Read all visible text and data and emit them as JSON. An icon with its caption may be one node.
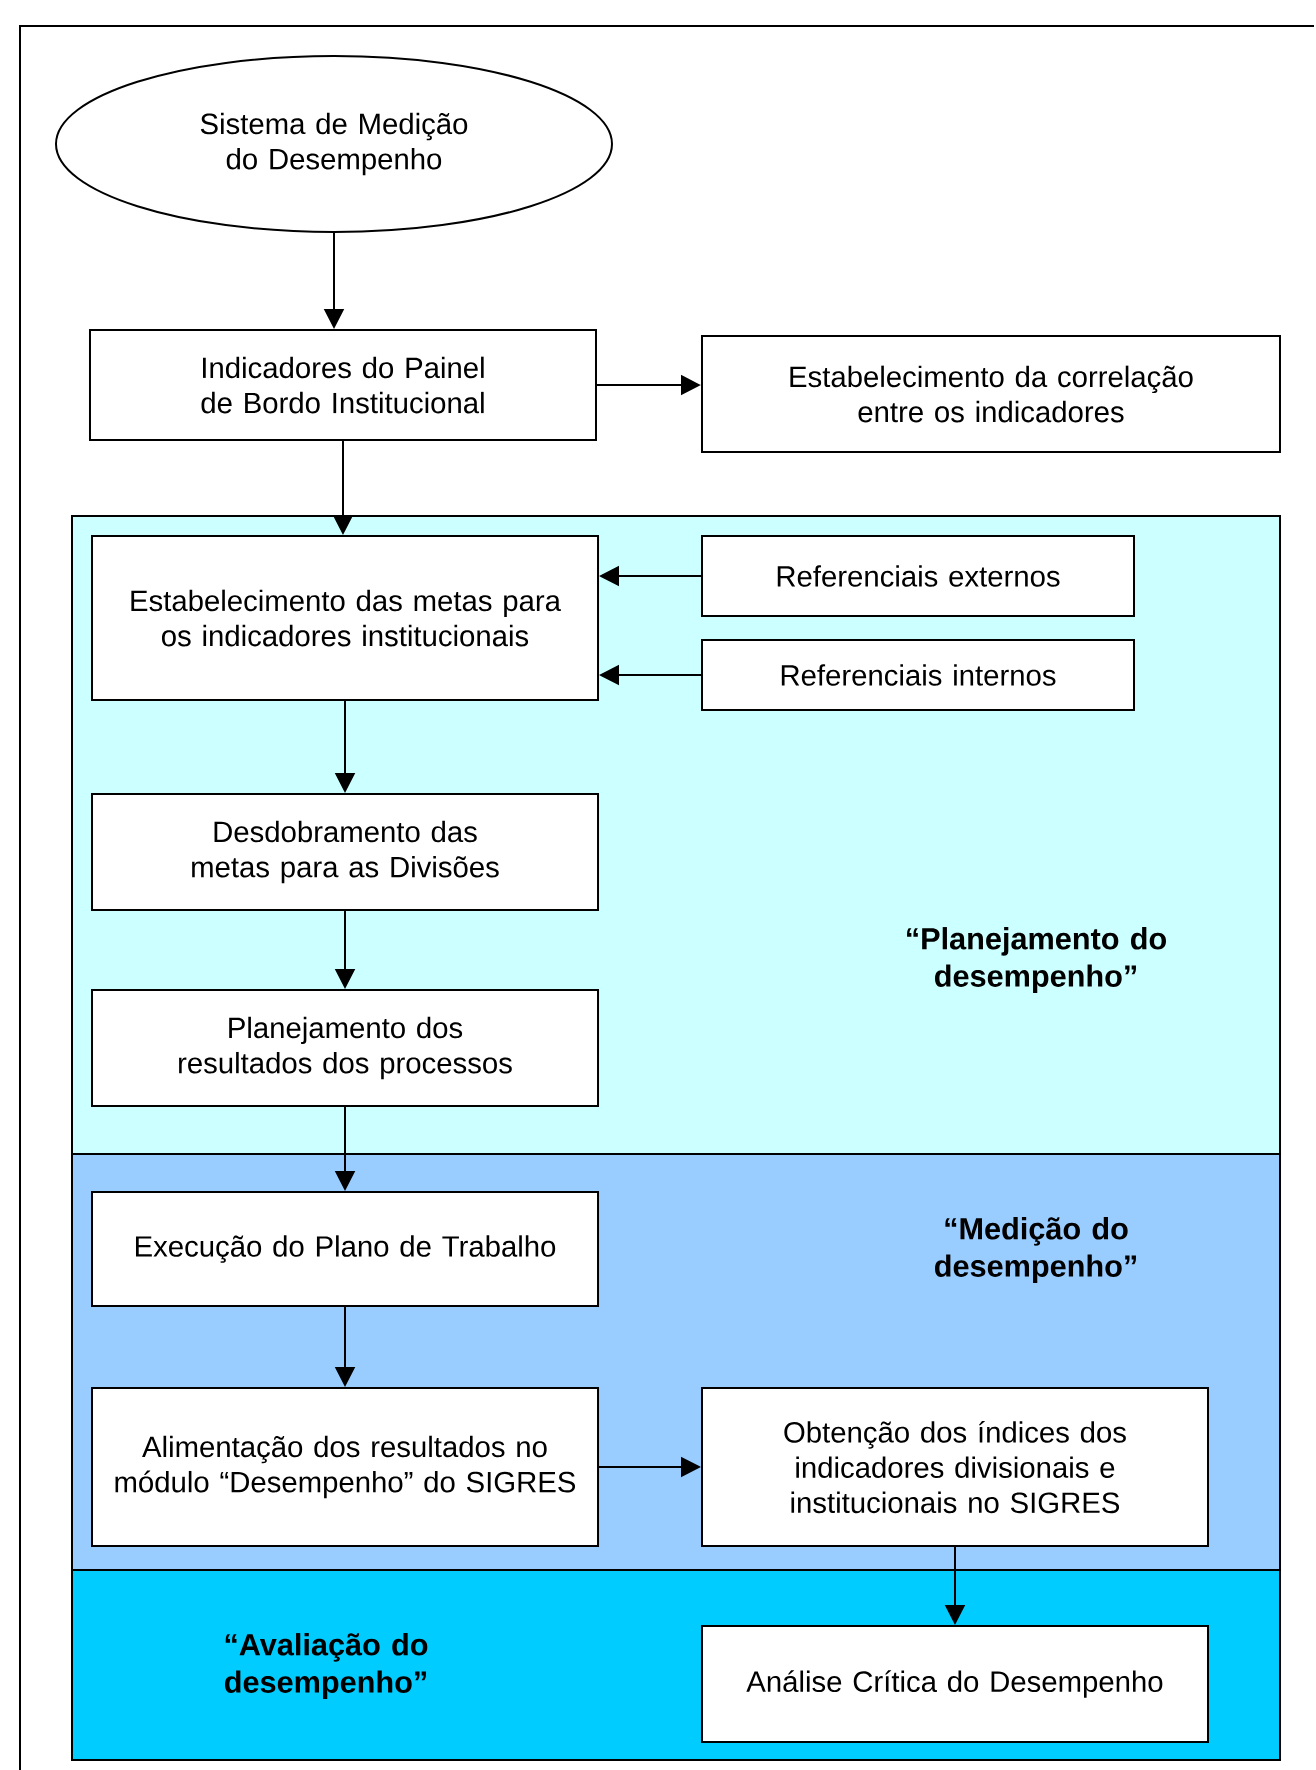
{
  "diagram": {
    "nodes": [
      {
        "text": [
          "Sistema de Medição do Desempenho"
        ]
      },
      {
        "text": [
          "Indicadores do Painel de Bordo Institucional"
        ]
      },
      {
        "text": [
          "Estabelecimento da correlação entre os indicadores"
        ]
      },
      {
        "text": [
          "“Planejamento do desempenho”"
        ]
      },
      {
        "text": [
          "Estabelecimento das metas para os indicadores institucionais"
        ],
        "in": 3
      },
      {
        "text": [
          "Referenciais externos"
        ],
        "in": 3
      },
      {
        "text": [
          "Referenciais internos"
        ],
        "in": 3
      },
      {
        "text": [
          "Desdobramento das metas para as Divisões"
        ],
        "in": 3
      },
      {
        "text": [
          "Planejamento dos resultados dos processos"
        ],
        "in": 3
      },
      {
        "text": [
          "“Medição do desempenho”"
        ]
      },
      {
        "text": [
          "Execução do Plano de Trabalho"
        ],
        "in": 9
      },
      {
        "text": [
          "Alimentação dos resultados no módulo “Desempenho” do SIGRES"
        ],
        "in": 9
      },
      {
        "text": [
          "Obtenção dos índices dos indicadores divisionais e institucionais no SIGRES"
        ],
        "in": 9
      },
      {
        "text": [
          "“Avaliação do desempenho”"
        ]
      },
      {
        "text": [
          "Análise Crítica do Desempenho"
        ],
        "in": 13
      }
    ],
    "edges": [
      {
        "from": 0,
        "to": 1,
        "arrow": "to"
      },
      {
        "from": 1,
        "to": 2,
        "arrow": "to"
      },
      {
        "from": 1,
        "to": 4,
        "arrow": "to"
      },
      {
        "from": 5,
        "to": 4,
        "arrow": "to"
      },
      {
        "from": 6,
        "to": 4,
        "arrow": "to"
      },
      {
        "from": 4,
        "to": 7,
        "arrow": "to"
      },
      {
        "from": 7,
        "to": 8,
        "arrow": "to"
      },
      {
        "from": 8,
        "to": 10,
        "arrow": "to"
      },
      {
        "from": 10,
        "to": 11,
        "arrow": "to"
      },
      {
        "from": 11,
        "to": 12,
        "arrow": "to"
      },
      {
        "from": 12,
        "to": 14,
        "arrow": "to"
      }
    ]
  }
}
